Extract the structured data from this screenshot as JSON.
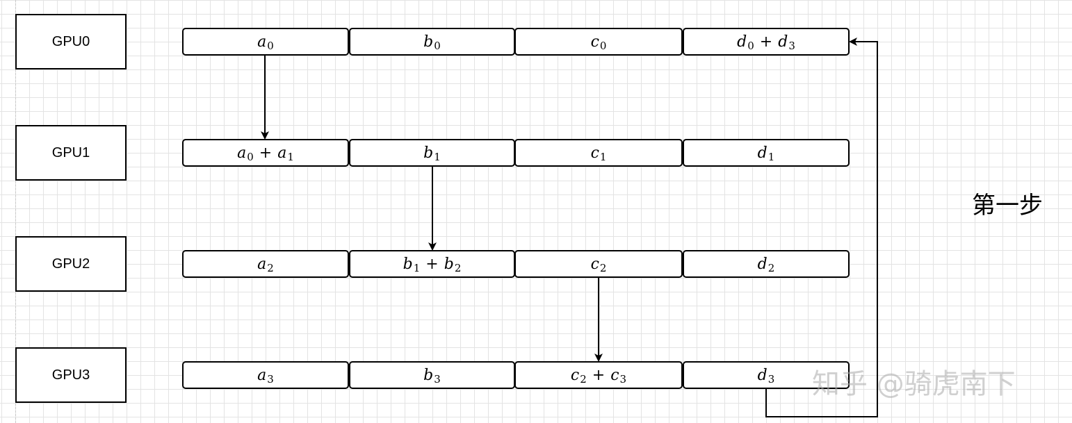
{
  "gpus": [
    {
      "label": "GPU0",
      "cells": [
        {
          "v": "a",
          "s": "0",
          "op": "",
          "v2": "",
          "s2": ""
        },
        {
          "v": "b",
          "s": "0",
          "op": "",
          "v2": "",
          "s2": ""
        },
        {
          "v": "c",
          "s": "0",
          "op": "",
          "v2": "",
          "s2": ""
        },
        {
          "v": "d",
          "s": "0",
          "op": "+",
          "v2": "d",
          "s2": "3"
        }
      ]
    },
    {
      "label": "GPU1",
      "cells": [
        {
          "v": "a",
          "s": "0",
          "op": "+",
          "v2": "a",
          "s2": "1"
        },
        {
          "v": "b",
          "s": "1",
          "op": "",
          "v2": "",
          "s2": ""
        },
        {
          "v": "c",
          "s": "1",
          "op": "",
          "v2": "",
          "s2": ""
        },
        {
          "v": "d",
          "s": "1",
          "op": "",
          "v2": "",
          "s2": ""
        }
      ]
    },
    {
      "label": "GPU2",
      "cells": [
        {
          "v": "a",
          "s": "2",
          "op": "",
          "v2": "",
          "s2": ""
        },
        {
          "v": "b",
          "s": "1",
          "op": "+",
          "v2": "b",
          "s2": "2"
        },
        {
          "v": "c",
          "s": "2",
          "op": "",
          "v2": "",
          "s2": ""
        },
        {
          "v": "d",
          "s": "2",
          "op": "",
          "v2": "",
          "s2": ""
        }
      ]
    },
    {
      "label": "GPU3",
      "cells": [
        {
          "v": "a",
          "s": "3",
          "op": "",
          "v2": "",
          "s2": ""
        },
        {
          "v": "b",
          "s": "3",
          "op": "",
          "v2": "",
          "s2": ""
        },
        {
          "v": "c",
          "s": "2",
          "op": "+",
          "v2": "c",
          "s2": "3"
        },
        {
          "v": "d",
          "s": "3",
          "op": "",
          "v2": "",
          "s2": ""
        }
      ]
    }
  ],
  "step_label": "第一步",
  "watermark": "知乎 @骑虎南下"
}
